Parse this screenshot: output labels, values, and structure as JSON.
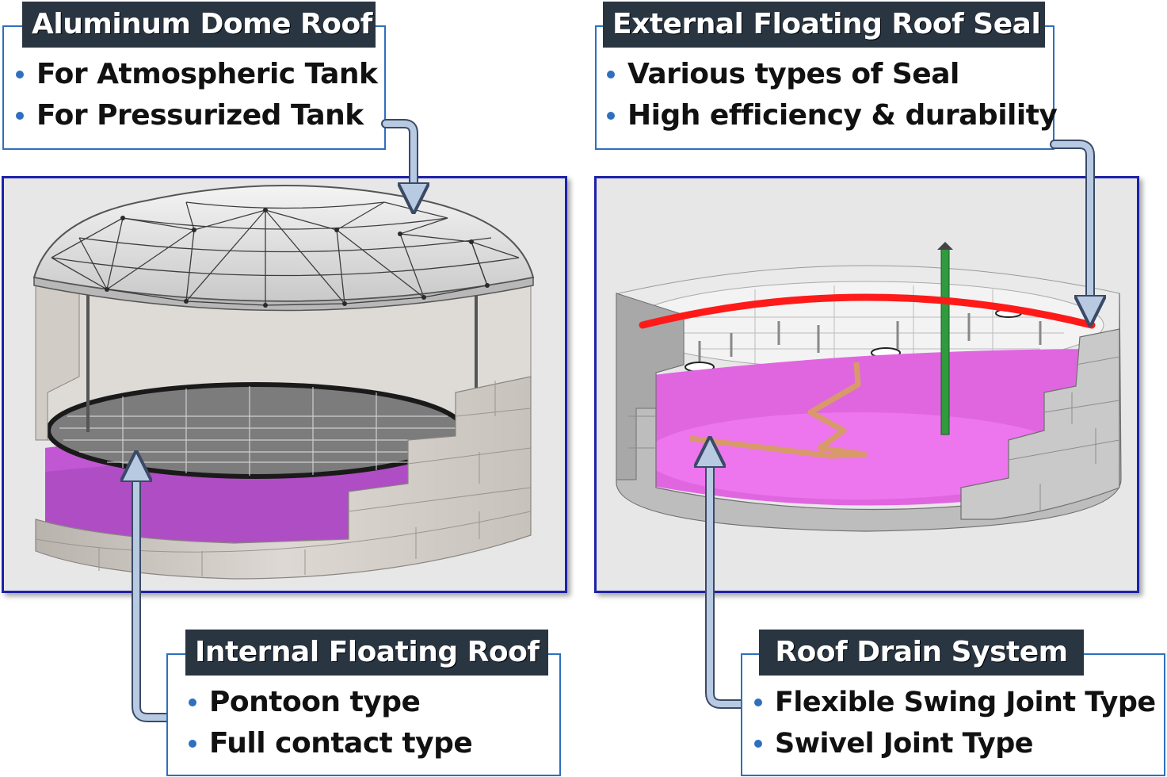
{
  "callouts": {
    "dome": {
      "title": "Aluminum Dome Roof",
      "items": [
        "For Atmospheric Tank",
        "For Pressurized Tank"
      ]
    },
    "seal": {
      "title": "External Floating Roof Seal",
      "items": [
        "Various types of Seal",
        "High efficiency & durability"
      ]
    },
    "internal": {
      "title": "Internal Floating Roof",
      "items": [
        "Pontoon type",
        "Full contact type"
      ]
    },
    "drain": {
      "title": "Roof Drain System",
      "items": [
        "Flexible Swing Joint Type",
        "Swivel Joint Type"
      ]
    }
  },
  "colors": {
    "callout_border": "#2f6fbf",
    "title_bg": "#2a3542",
    "panel_border": "#1d22a8",
    "liquid": "#d24fd6",
    "seal": "#ff1a1a",
    "arrow": "#9fb6d6"
  }
}
